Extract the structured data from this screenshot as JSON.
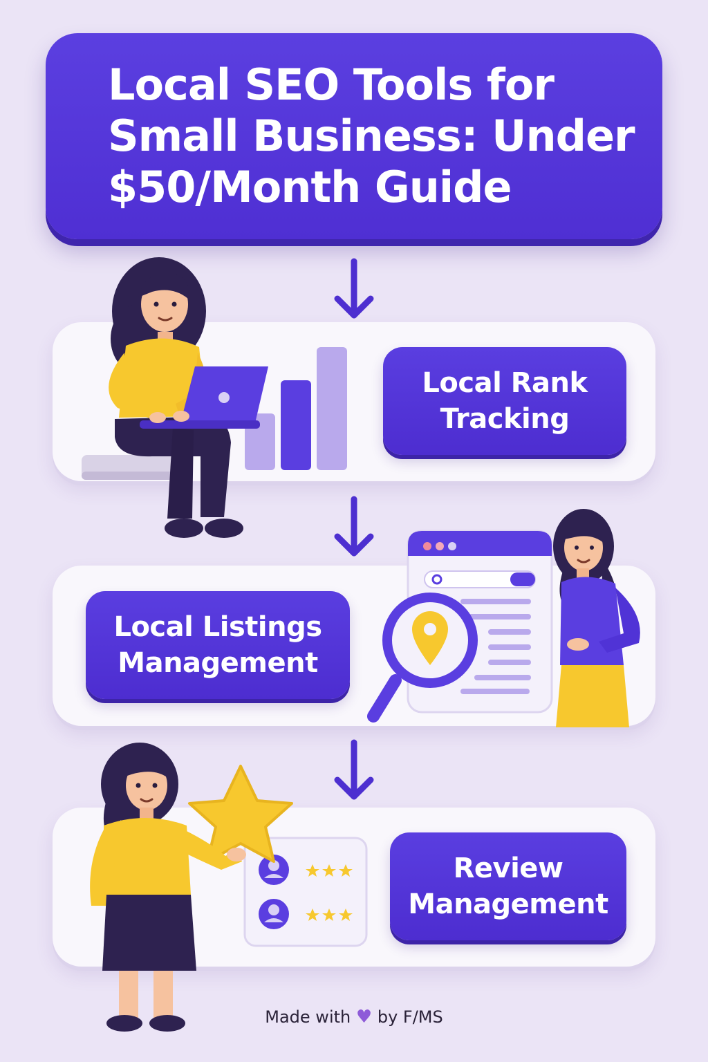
{
  "title": {
    "line1": "Local SEO Tools for",
    "line2": "Small Business: Under",
    "line3": "$50/Month Guide"
  },
  "steps": [
    {
      "label_line1": "Local Rank",
      "label_line2": "Tracking",
      "illustration": "woman-with-laptop-and-bar-chart"
    },
    {
      "label_line1": "Local Listings",
      "label_line2": "Management",
      "illustration": "woman-pointing-at-browser-with-map-pin-magnifier"
    },
    {
      "label_line1": "Review",
      "label_line2": "Management",
      "illustration": "woman-holding-star-with-review-card"
    }
  ],
  "footer": {
    "made_with": "Made with",
    "by": "by F/MS"
  },
  "colors": {
    "background": "#ebe4f6",
    "primary_purple": "#5033d6",
    "dark_navy": "#2e2250",
    "yellow": "#f7c82e",
    "light_lavender": "#b9a9ec",
    "panel": "#f9f7fc"
  },
  "icons": [
    "down-arrow-icon",
    "heart-icon",
    "map-pin-icon",
    "magnifier-icon",
    "star-icon",
    "user-avatar-icon",
    "bar-chart-icon",
    "laptop-icon"
  ]
}
